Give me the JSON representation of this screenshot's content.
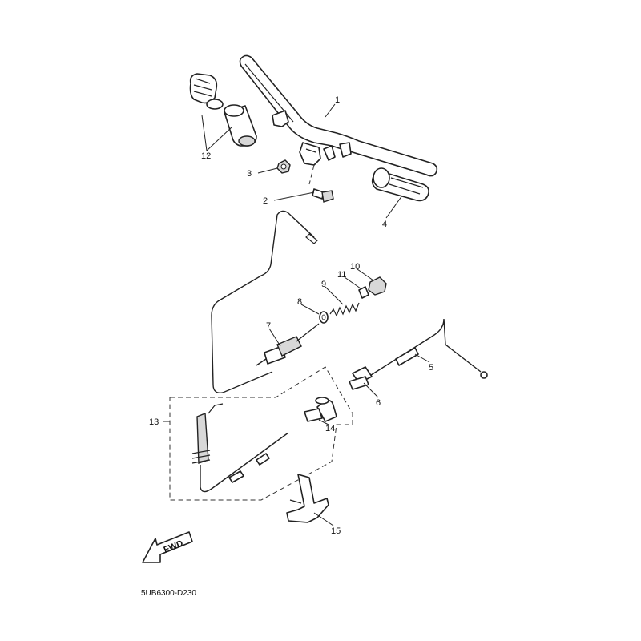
{
  "diagram_code": "5UB6300-D230",
  "direction_label": "FWD",
  "callouts": {
    "c1": "1",
    "c2": "2",
    "c3": "3",
    "c4": "4",
    "c5": "5",
    "c6": "6",
    "c7": "7",
    "c8": "8",
    "c9": "9",
    "c10": "10",
    "c11": "11",
    "c12": "12",
    "c13": "13",
    "c14": "14",
    "c15": "15"
  }
}
